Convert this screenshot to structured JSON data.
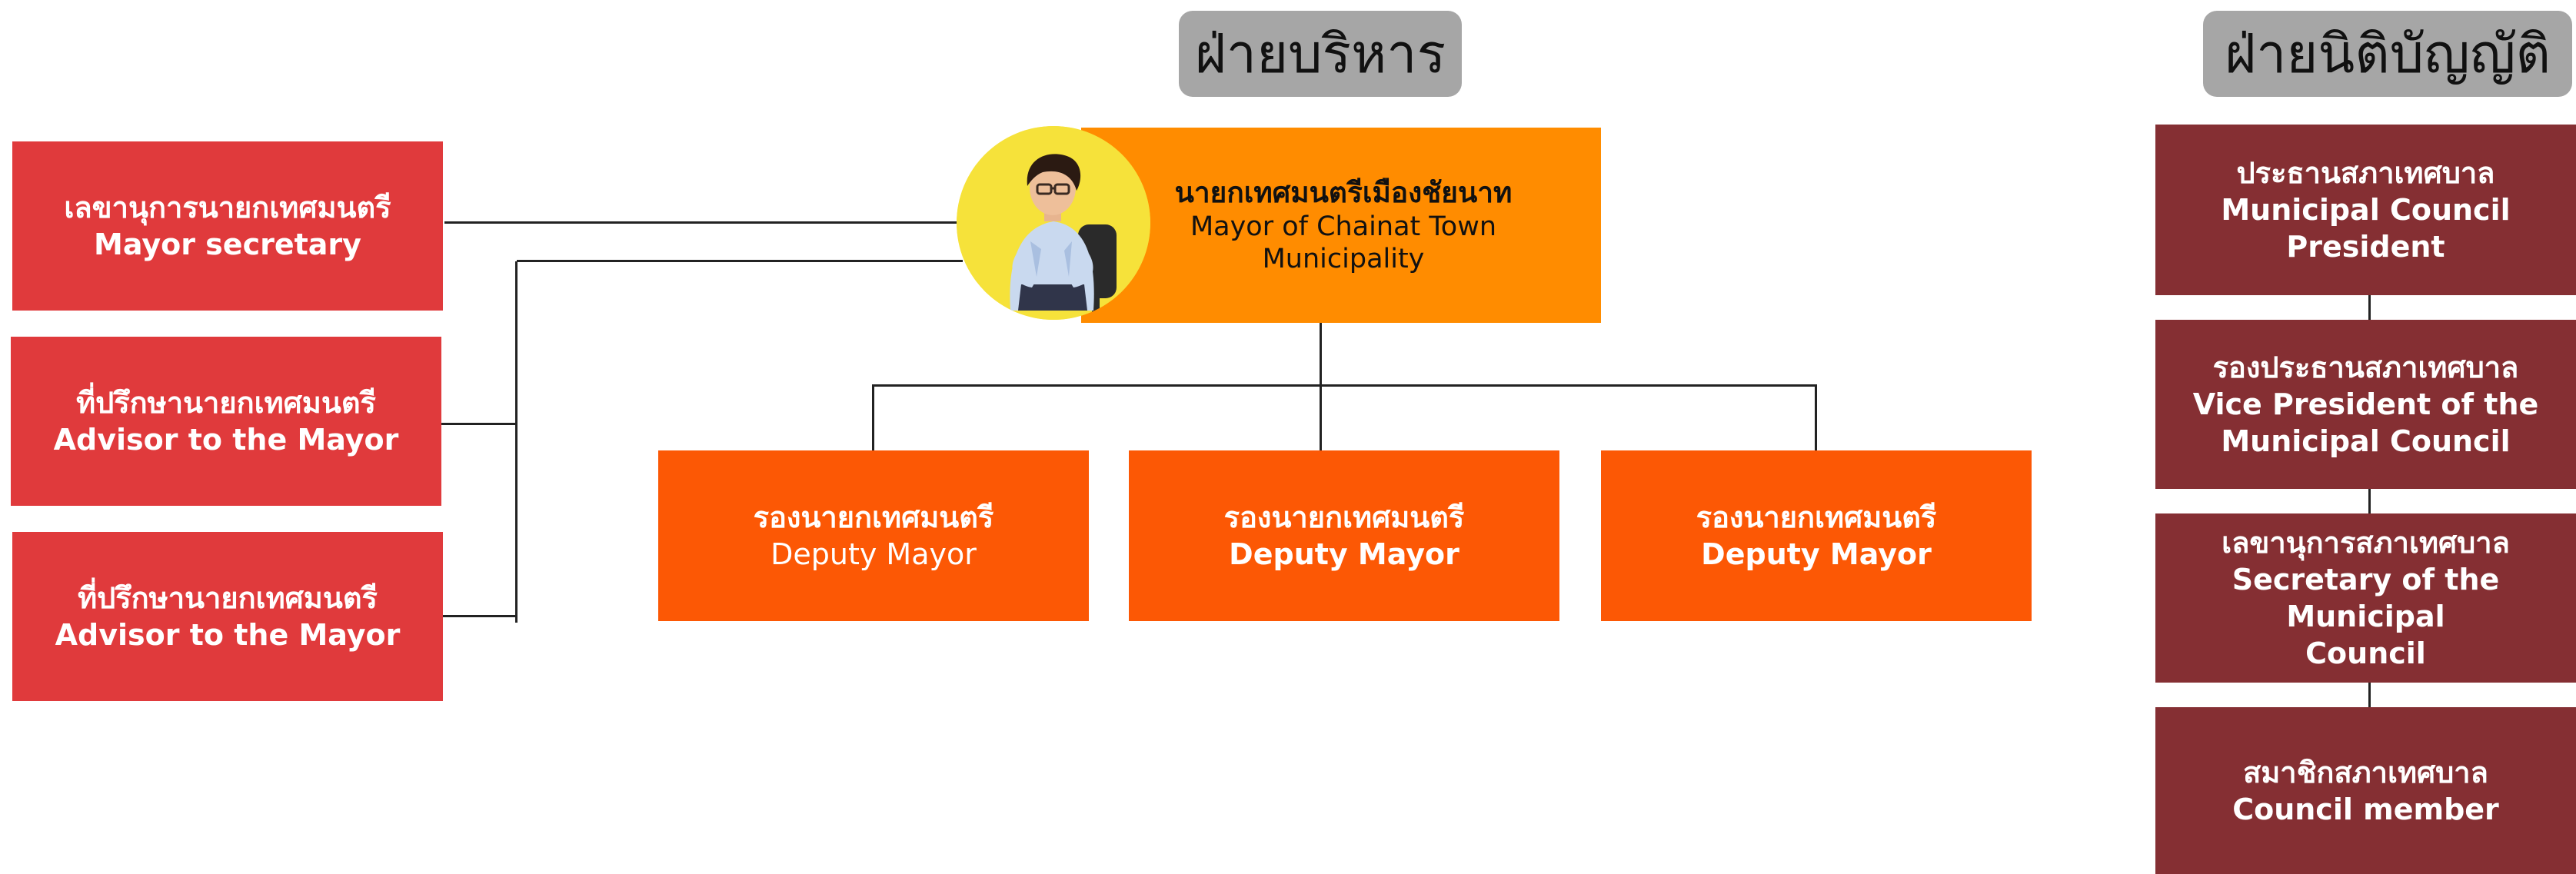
{
  "headers": {
    "executive": "ฝ่ายบริหาร",
    "legislative": "ฝ่ายนิติบัญญัติ"
  },
  "mayor": {
    "title_th": "นายกเทศมนตรีเมืองชัยนาท",
    "title_en_line1": "Mayor of Chainat Town",
    "title_en_line2": "Municipality"
  },
  "left_boxes": [
    {
      "th": "เลขานุการนายกเทศมนตรี",
      "en": "Mayor secretary"
    },
    {
      "th": "ที่ปรึกษานายกเทศมนตรี",
      "en": "Advisor to the Mayor"
    },
    {
      "th": "ที่ปรึกษานายกเทศมนตรี",
      "en": "Advisor to the Mayor"
    }
  ],
  "deputies": [
    {
      "th": "รองนายกเทศมนตรี",
      "en": "Deputy Mayor"
    },
    {
      "th": "รองนายกเทศมนตรี",
      "en": "Deputy Mayor"
    },
    {
      "th": "รองนายกเทศมนตรี",
      "en": "Deputy Mayor"
    }
  ],
  "council": [
    {
      "lines": [
        "ประธานสภาเทศบาล",
        "Municipal Council",
        "President"
      ]
    },
    {
      "lines": [
        "รองประธานสภาเทศบาล",
        "Vice President of the",
        "Municipal Council"
      ]
    },
    {
      "lines": [
        "เลขานุการสภาเทศบาล",
        "Secretary of the Municipal",
        "Council"
      ]
    },
    {
      "lines": [
        "สมาชิกสภาเทศบาล",
        "Council member"
      ]
    }
  ],
  "colors": {
    "left_boxes": "#e03a3c",
    "deputies": "#fc5805",
    "mayor_box": "#ff8c00",
    "council": "#852f33",
    "header_pill": "#a6a6a6",
    "portrait_bg": "#f6e23a"
  }
}
